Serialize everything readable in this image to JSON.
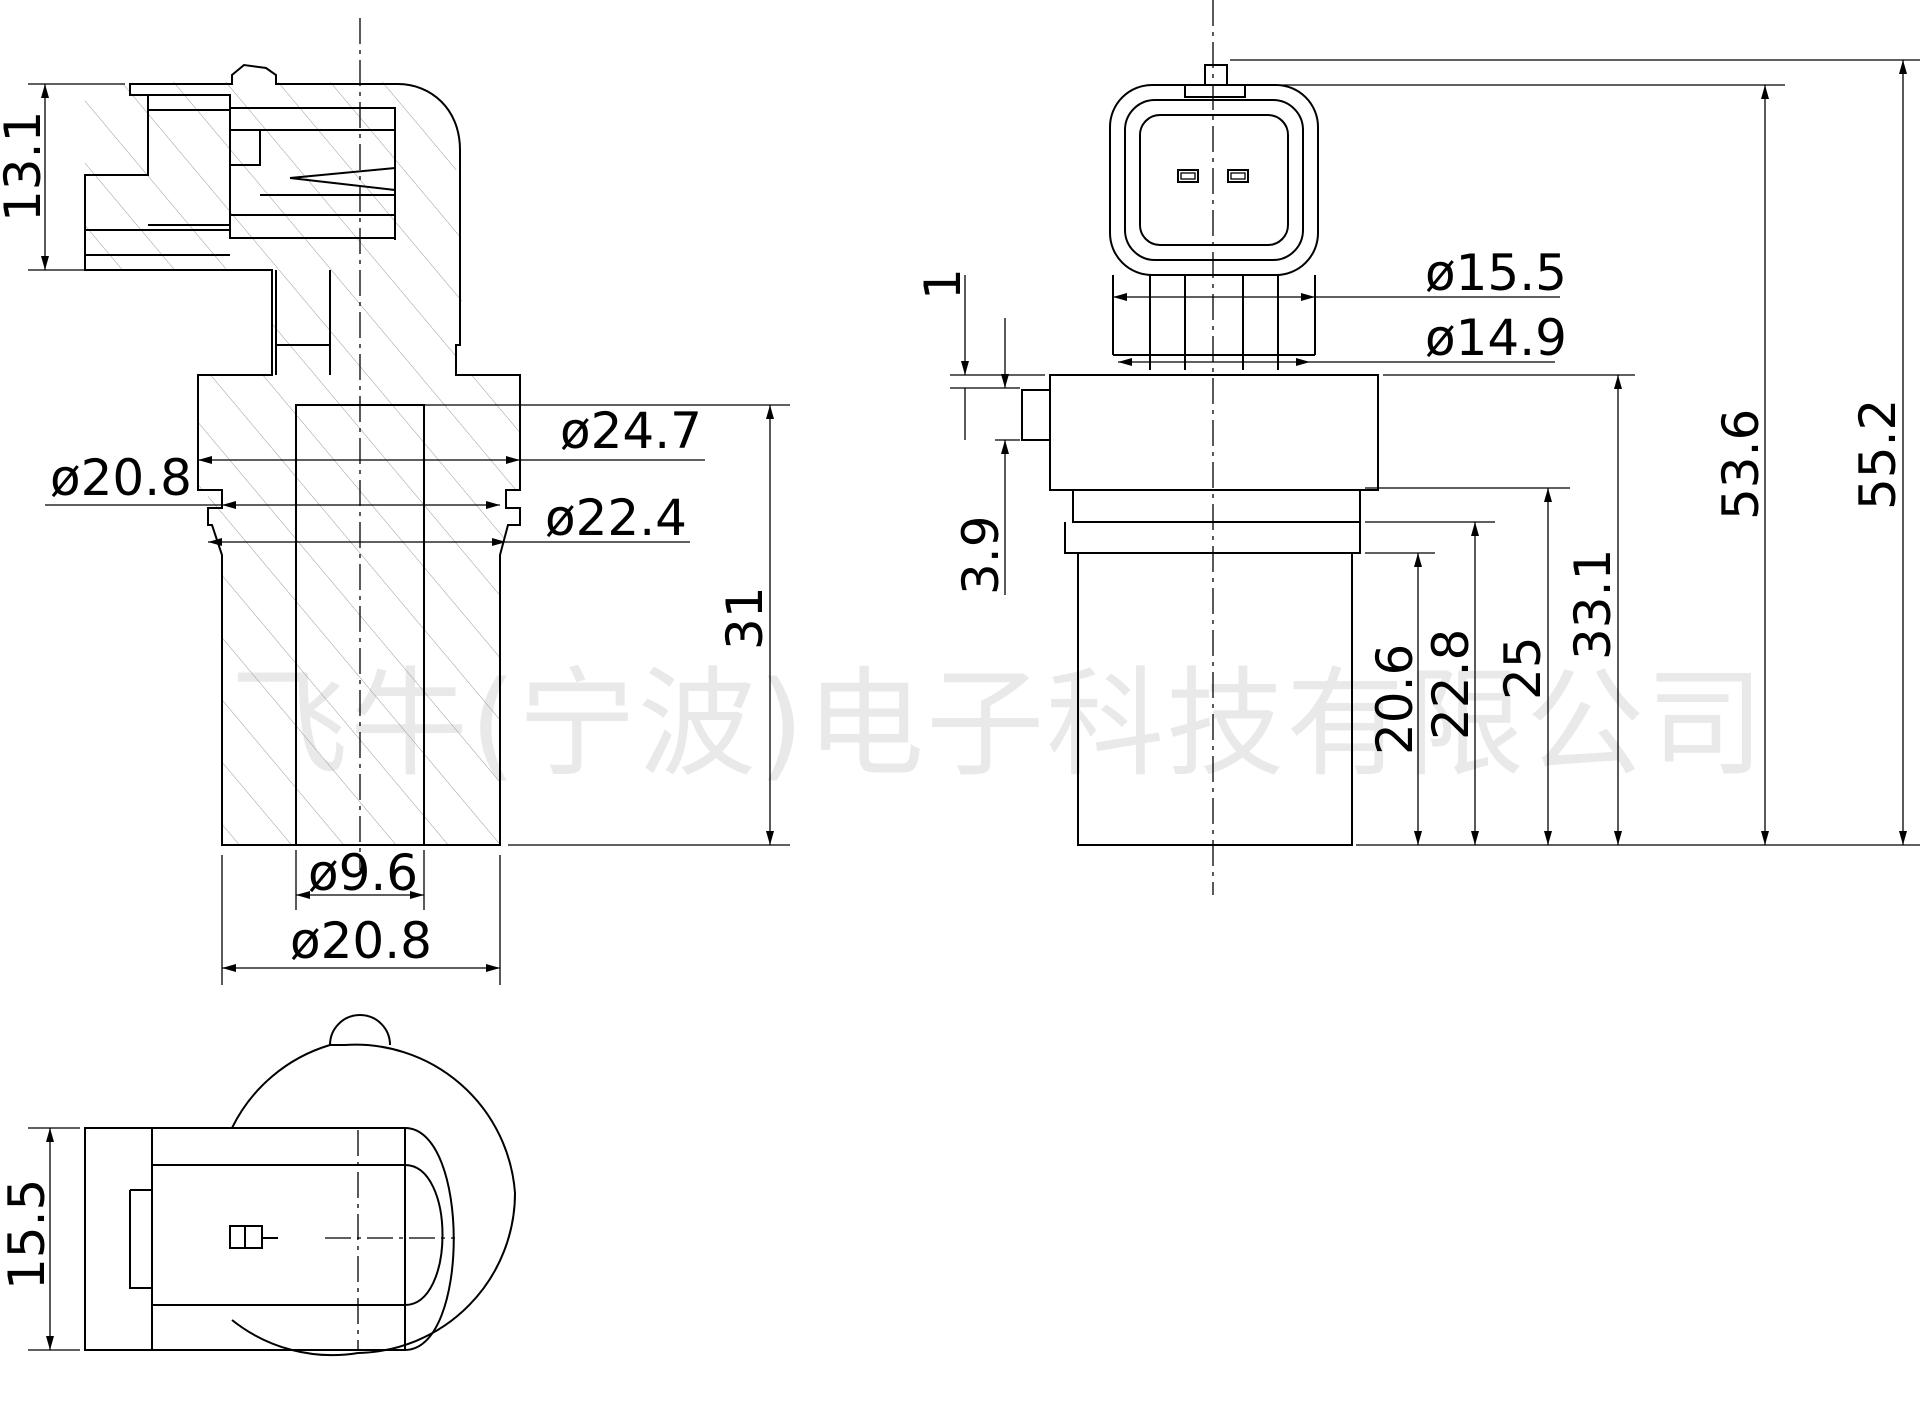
{
  "watermark": "飞牛(宁波)电子科技有限公司",
  "side_view": {
    "dims": {
      "connector_height": "13.1",
      "flange_dia": "ø24.7",
      "body_dia_upper": "ø20.8",
      "oring_dia": "ø22.4",
      "body_length": "31",
      "bore_dia": "ø9.6",
      "body_dia": "ø20.8"
    }
  },
  "front_view": {
    "dims": {
      "plug_outer_dia": "ø15.5",
      "plug_inner_dia": "ø14.9",
      "gap": "1",
      "lug_height": "3.9",
      "len_a": "20.6",
      "len_b": "22.8",
      "len_c": "25",
      "len_d": "33.1",
      "len_e": "53.6",
      "len_f": "55.2"
    }
  },
  "top_view": {
    "dims": {
      "connector_width": "15.5"
    }
  }
}
